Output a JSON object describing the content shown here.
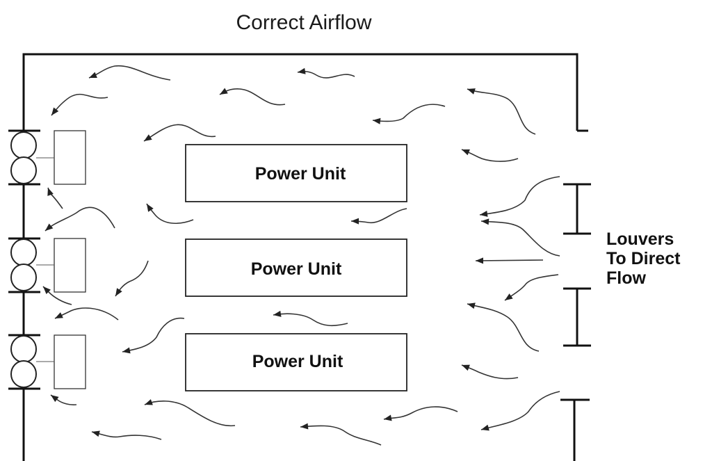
{
  "title": "Correct Airflow",
  "power_units": [
    "Power Unit",
    "Power Unit",
    "Power Unit"
  ],
  "louver_label": [
    "Louvers",
    "To Direct",
    "Flow"
  ]
}
